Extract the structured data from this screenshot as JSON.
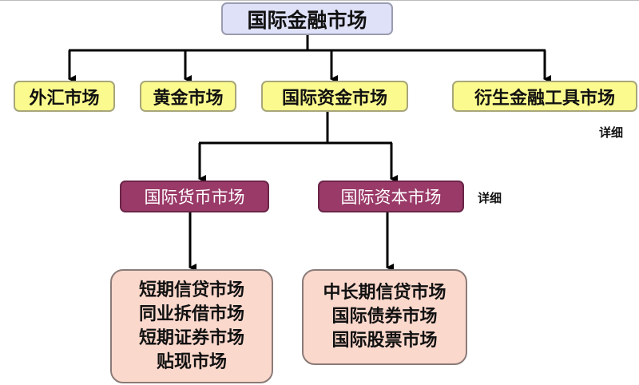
{
  "root": {
    "label": "国际金融市场"
  },
  "level1": [
    {
      "label": "外汇市场"
    },
    {
      "label": "黄金市场"
    },
    {
      "label": "国际资金市场"
    },
    {
      "label": "衍生金融工具市场",
      "detail": "详细"
    }
  ],
  "level2": [
    {
      "label": "国际货币市场",
      "items": [
        "短期信贷市场",
        "同业拆借市场",
        "短期证券市场",
        "贴现市场"
      ]
    },
    {
      "label": "国际资本市场",
      "detail": "详细",
      "items": [
        "中长期信贷市场",
        "国际债券市场",
        "国际股票市场"
      ]
    }
  ],
  "colors": {
    "root": "#dfe1f8",
    "level1": "#fbfa8e",
    "level2": "#9a3a68",
    "leaf": "#fbd8cc",
    "connector": "#000000"
  }
}
